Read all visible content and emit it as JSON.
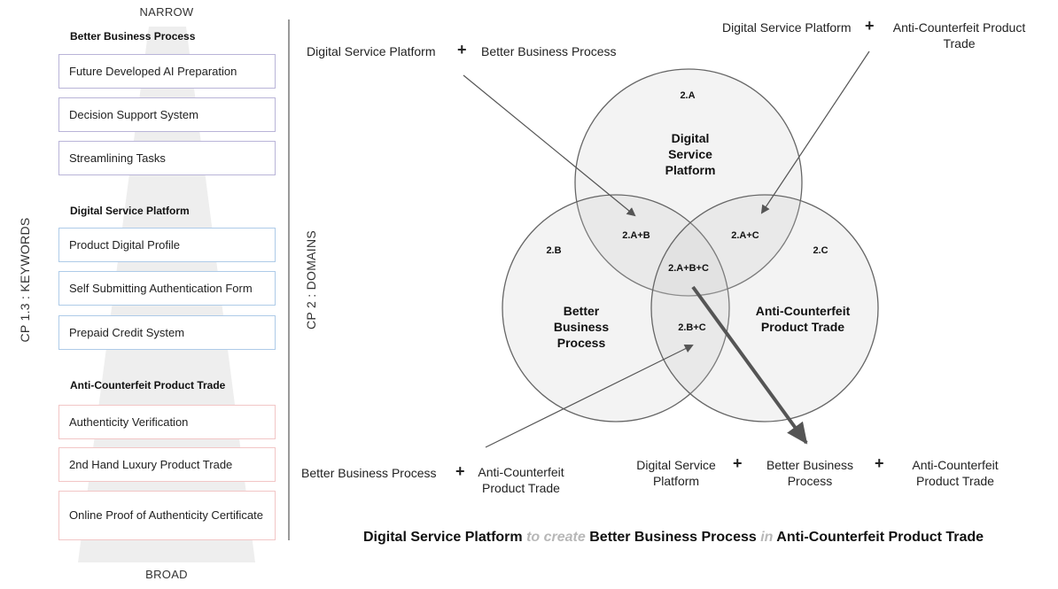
{
  "pyramid": {
    "top_label": "NARROW",
    "bottom_label": "BROAD"
  },
  "axis_labels": {
    "keywords": "CP 1.3 : KEYWORDS",
    "domains": "CP 2 : DOMAINS"
  },
  "keyword_groups": [
    {
      "title": "Better Business Process",
      "color": "#b9b4d8",
      "items": [
        "Future Developed AI Preparation",
        "Decision Support System",
        "Streamlining Tasks"
      ]
    },
    {
      "title": "Digital Service Platform",
      "color": "#aecbe8",
      "items": [
        "Product Digital Profile",
        "Self Submitting Authentication Form",
        "Prepaid Credit System"
      ]
    },
    {
      "title": "Anti-Counterfeit Product Trade",
      "color": "#f2c6c6",
      "items": [
        "Authenticity Verification",
        "2nd Hand Luxury Product Trade",
        "Online Proof of Authenticity Certificate"
      ]
    }
  ],
  "venn": {
    "circles": [
      {
        "code": "2.A",
        "label_lines": [
          "Digital",
          "Service",
          "Platform"
        ]
      },
      {
        "code": "2.B",
        "label_lines": [
          "Better",
          "Business",
          "Process"
        ]
      },
      {
        "code": "2.C",
        "label_lines": [
          "Anti-Counterfeit",
          "Product Trade"
        ]
      }
    ],
    "intersections": {
      "ab": "2.A+B",
      "ac": "2.A+C",
      "bc": "2.B+C",
      "abc": "2.A+B+C"
    }
  },
  "annotations": {
    "top_left": {
      "a": "Digital Service Platform",
      "b": "Better Business Process"
    },
    "top_right": {
      "a": "Digital Service Platform",
      "b_line1": "Anti-Counterfeit Product",
      "b_line2": "Trade"
    },
    "bottom_left": {
      "a": "Better Business Process",
      "b_line1": "Anti-Counterfeit",
      "b_line2": "Product Trade"
    },
    "bottom_right": {
      "a_line1": "Digital Service",
      "a_line2": "Platform",
      "b_line1": "Better Business",
      "b_line2": "Process",
      "c_line1": "Anti-Counterfeit",
      "c_line2": "Product Trade"
    },
    "plus_symbol": "+"
  },
  "formula": {
    "part1": "Digital Service Platform",
    "conn1": "to create",
    "part2": "Better Business Process",
    "conn2": "in",
    "part3": "Anti-Counterfeit Product Trade"
  }
}
